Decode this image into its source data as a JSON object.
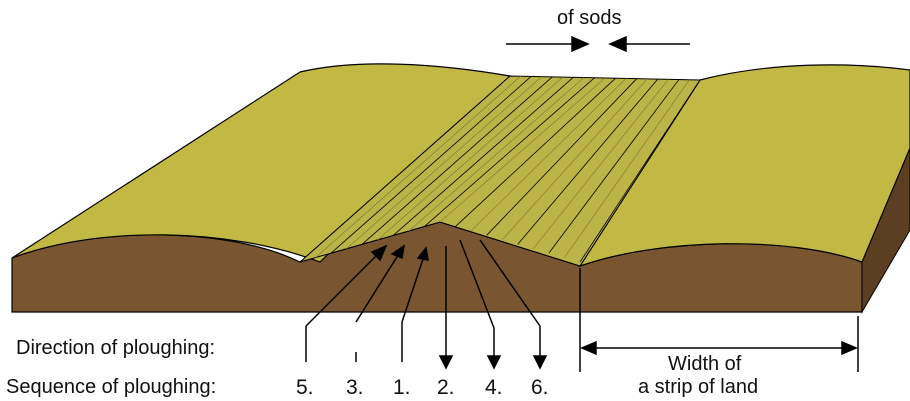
{
  "labels": {
    "top": "of sods",
    "direction": "Direction of ploughing:",
    "sequence": "Sequence of ploughing:",
    "width_line1": "Width of",
    "width_line2": "a strip of land"
  },
  "sequence_numbers": [
    "5.",
    "3.",
    "1.",
    "2.",
    "4.",
    "6."
  ],
  "colors": {
    "grass": "#c2b945",
    "grass_dark": "#a59f34",
    "soil": "#7a5630",
    "soil_dark": "#5c3f20",
    "line": "#000000"
  }
}
